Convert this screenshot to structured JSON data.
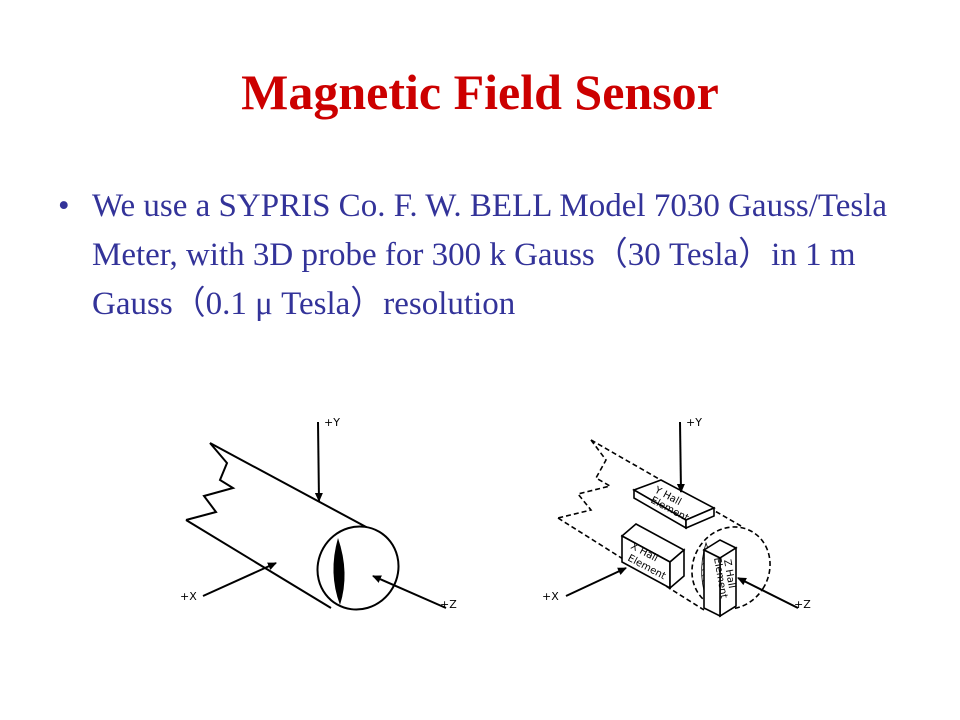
{
  "slide": {
    "title": "Magnetic Field Sensor",
    "bullets": [
      "We use a SYPRIS Co. F. W. BELL Model 7030 Gauss/Tesla Meter, with 3D probe for 300 k Gauss（30 Tesla）in 1 m Gauss（0.1 μ Tesla）resolution"
    ]
  },
  "diagrams": {
    "left": {
      "axes": {
        "y": "+Y",
        "x": "+X",
        "z": "+Z"
      }
    },
    "right": {
      "axes": {
        "y": "+Y",
        "x": "+X",
        "z": "+Z"
      },
      "elements": {
        "y_line1": "Y Hall",
        "y_line2": "Element",
        "x_line1": "X Hall",
        "x_line2": "Element",
        "z_line1": "Z Hall",
        "z_line2": "Element"
      }
    }
  }
}
